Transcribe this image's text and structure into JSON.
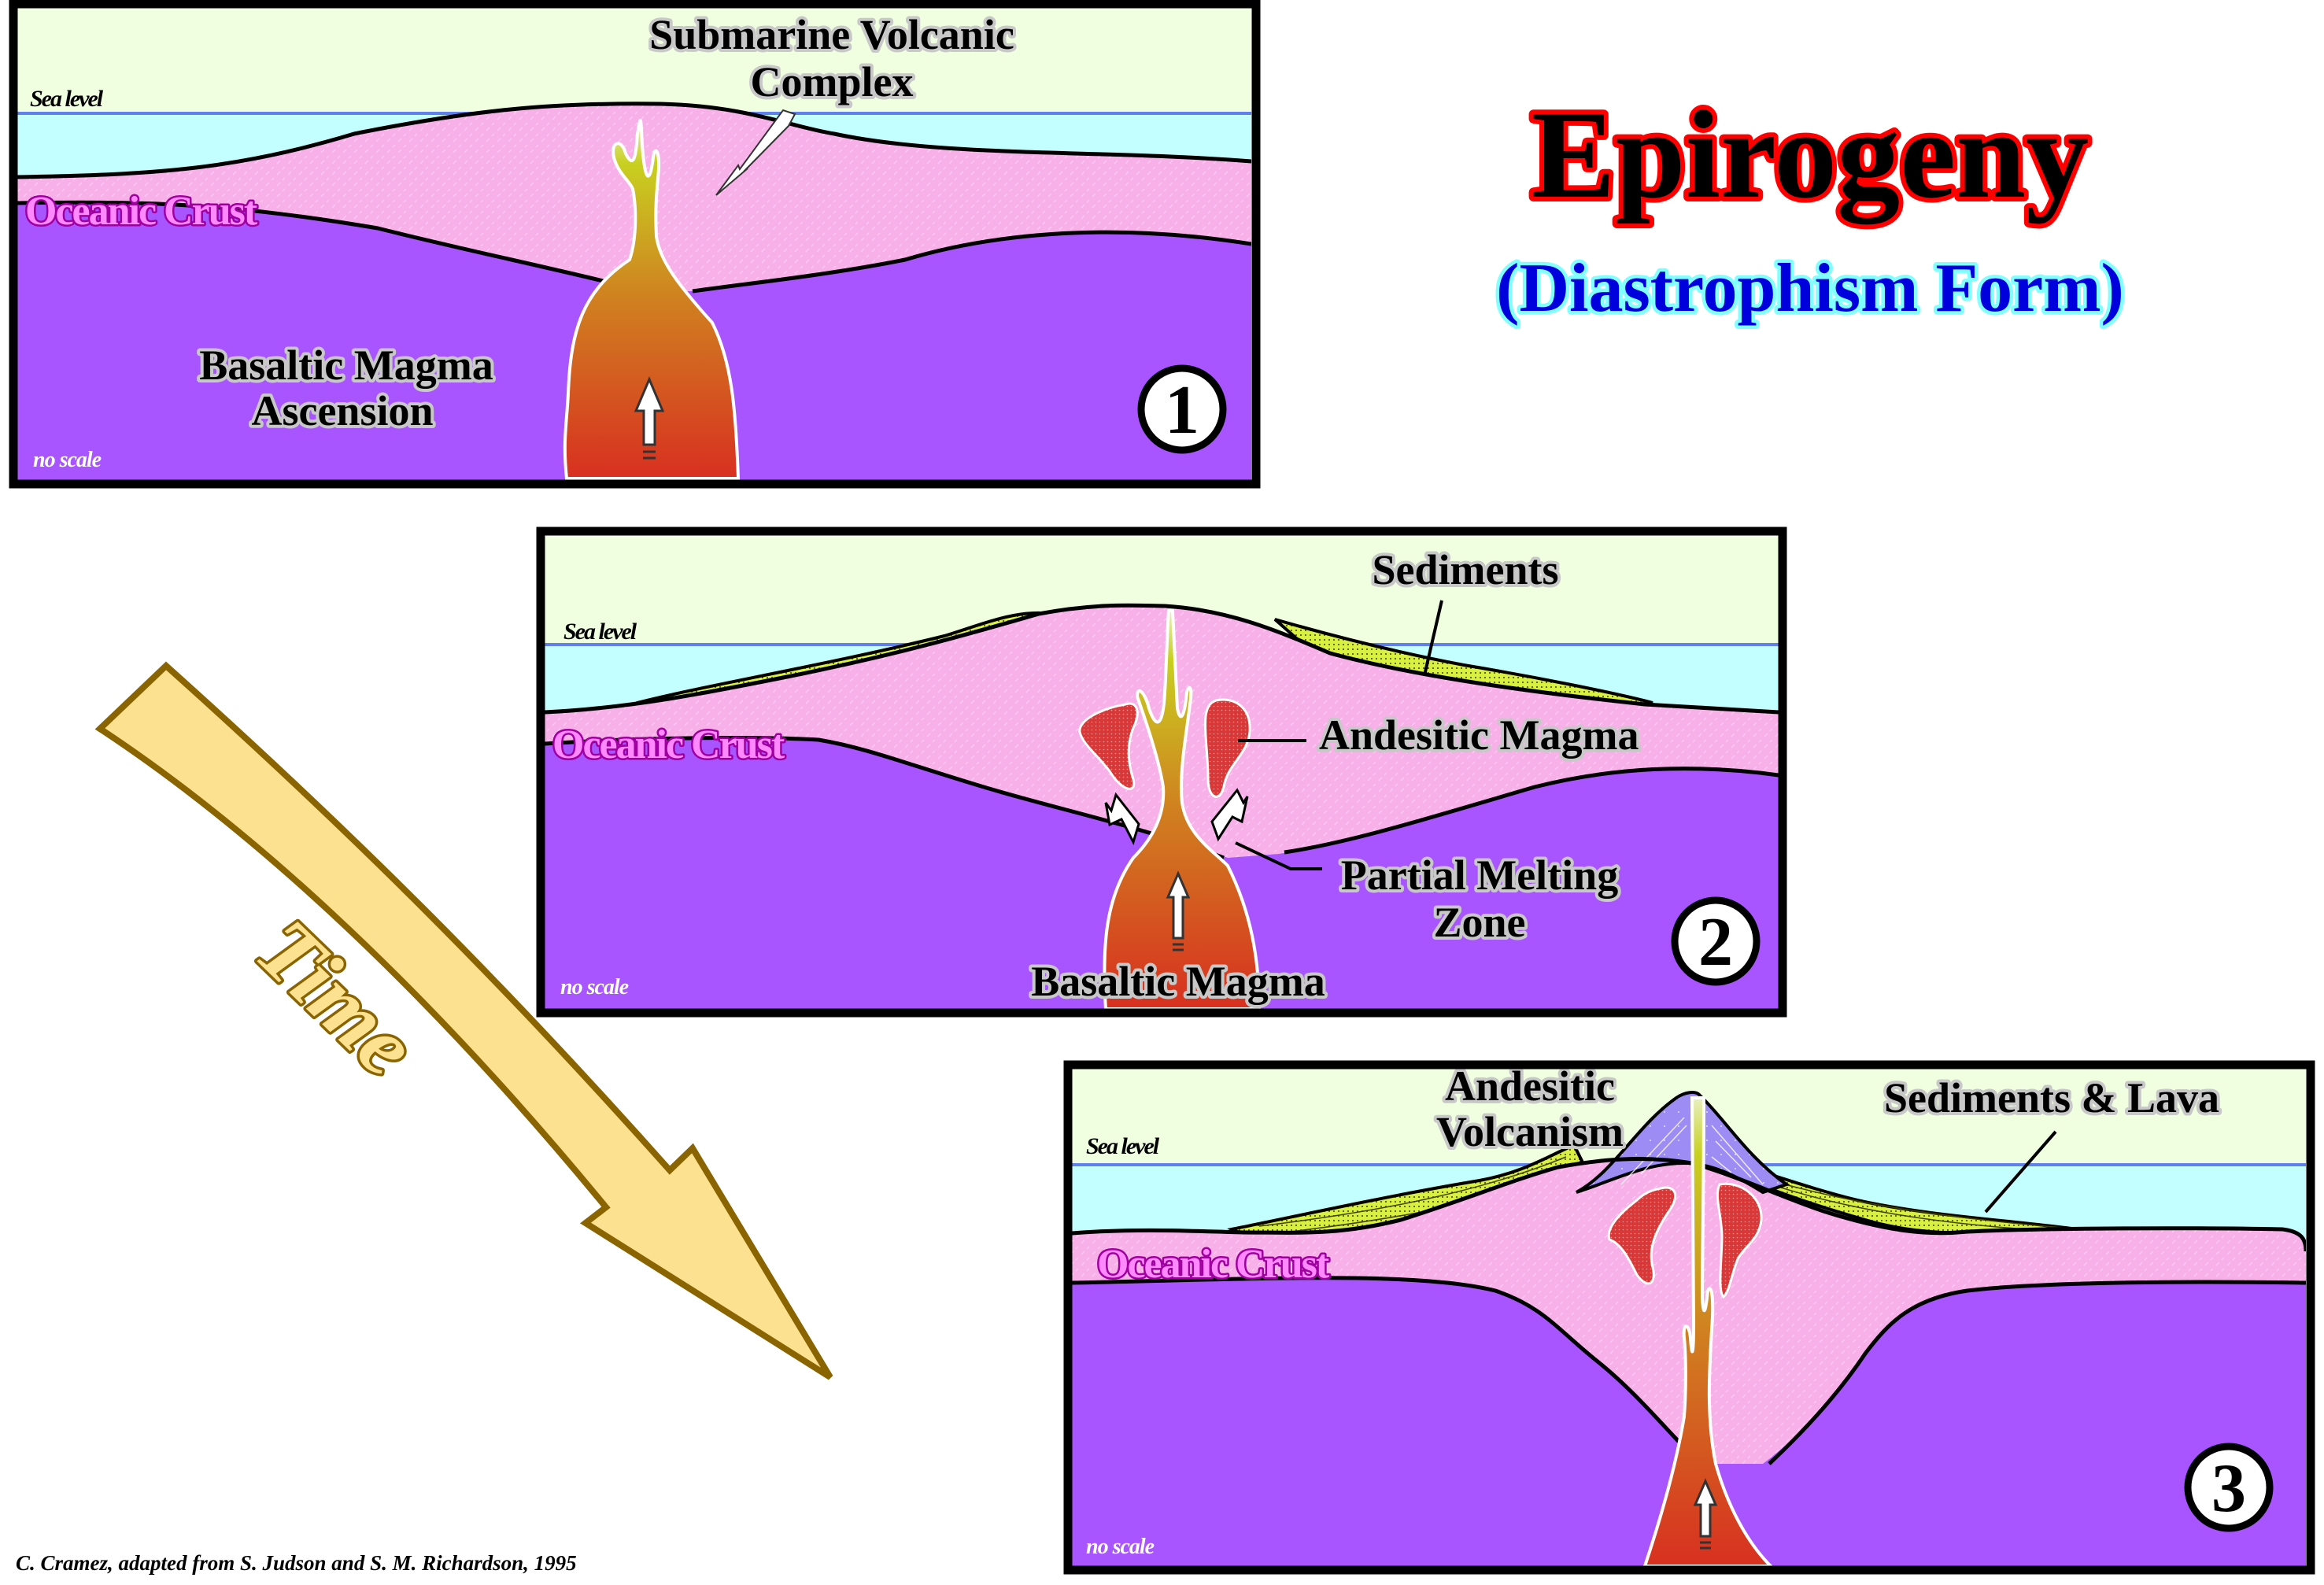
{
  "title": {
    "main": "Epirogeny",
    "subtitle": "(Diastrophism Form)"
  },
  "time_arrow": {
    "label": "Time"
  },
  "credit": "C. Cramez, adapted from S. Judson and S. M. Richardson, 1995",
  "colors": {
    "sky": "#f0ffe0",
    "sea": "#c4ffff",
    "sea_level_line": "#6080f0",
    "oceanic_crust": "#f8b0e8",
    "mantle": "#a855ff",
    "magma_top": "#c8d020",
    "magma_mid": "#d08020",
    "magma_bottom": "#d83020",
    "andesitic_magma": "#d83838",
    "sediments": "#d8f040",
    "volcanic_cone": "#9c8cf4",
    "time_arrow_fill": "#fce290",
    "time_arrow_stroke": "#8a6400",
    "title_stroke": "#ff0000",
    "subtitle_fill": "#0000dd",
    "subtitle_stroke": "#80ffff"
  },
  "panels": [
    {
      "number": "1",
      "sea_level_label": "Sea level",
      "crust_label": "Oceanic Crust",
      "scale_note": "no scale",
      "labels": {
        "volcanic_complex_line1": "Submarine Volcanic",
        "volcanic_complex_line2": "Complex",
        "magma_line1": "Basaltic Magma",
        "magma_line2": "Ascension"
      }
    },
    {
      "number": "2",
      "sea_level_label": "Sea level",
      "crust_label": "Oceanic Crust",
      "scale_note": "no scale",
      "labels": {
        "sediments": "Sediments",
        "andesitic_magma": "Andesitic Magma",
        "partial_melting_line1": "Partial Melting",
        "partial_melting_line2": "Zone",
        "basaltic_magma": "Basaltic Magma"
      }
    },
    {
      "number": "3",
      "sea_level_label": "Sea level",
      "crust_label": "Oceanic Crust",
      "scale_note": "no scale",
      "labels": {
        "volcanism_line1": "Andesitic",
        "volcanism_line2": "Volcanism",
        "sediments_lava": "Sediments & Lava"
      }
    }
  ]
}
